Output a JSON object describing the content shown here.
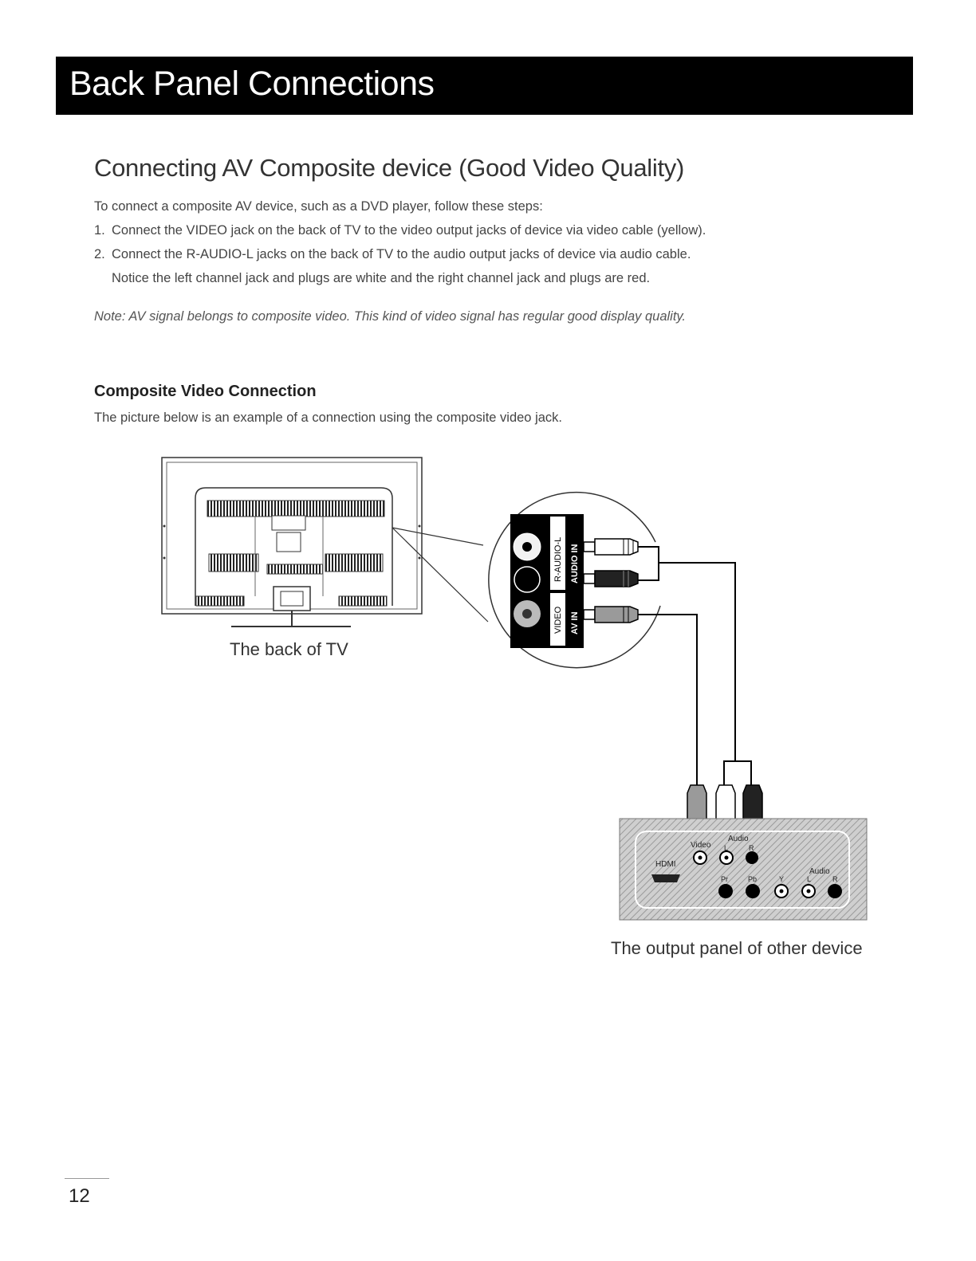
{
  "header": {
    "title": "Back Panel Connections"
  },
  "section": {
    "title": "Connecting AV Composite device (Good Video Quality)",
    "intro": "To  connect a composite AV device, such as a DVD player, follow these steps:",
    "steps": [
      {
        "num": "1.",
        "text": "Connect the VIDEO jack on the back of TV to the video output jacks of device via video cable (yellow)."
      },
      {
        "num": "2.",
        "text": "Connect the R-AUDIO-L jacks on the back of TV to the audio output jacks of device via audio cable."
      }
    ],
    "step2_cont": "Notice the left channel jack and plugs are white and the right channel jack and plugs are red.",
    "note": "Note: AV signal belongs to composite video. This kind of video signal has regular good display quality."
  },
  "subsection": {
    "title": "Composite Video Connection",
    "desc": "The picture below is an example of a connection using the composite video jack."
  },
  "diagram": {
    "tv_caption": "The back of TV",
    "device_caption": "The output panel of other device",
    "tv_panel": {
      "audio_label": "R-AUDIO-L",
      "video_label": "VIDEO",
      "av_in_label": "AV IN",
      "audio_in_label": "AUDIO IN"
    },
    "device_panel": {
      "hdmi": "HDMI",
      "video": "Video",
      "audio": "Audio",
      "l": "L",
      "r": "R",
      "pr": "Pr",
      "pb": "Pb",
      "y": "Y",
      "audio2": "Audio",
      "l2": "L",
      "r2": "R"
    }
  },
  "footer": {
    "page_number": "12"
  }
}
